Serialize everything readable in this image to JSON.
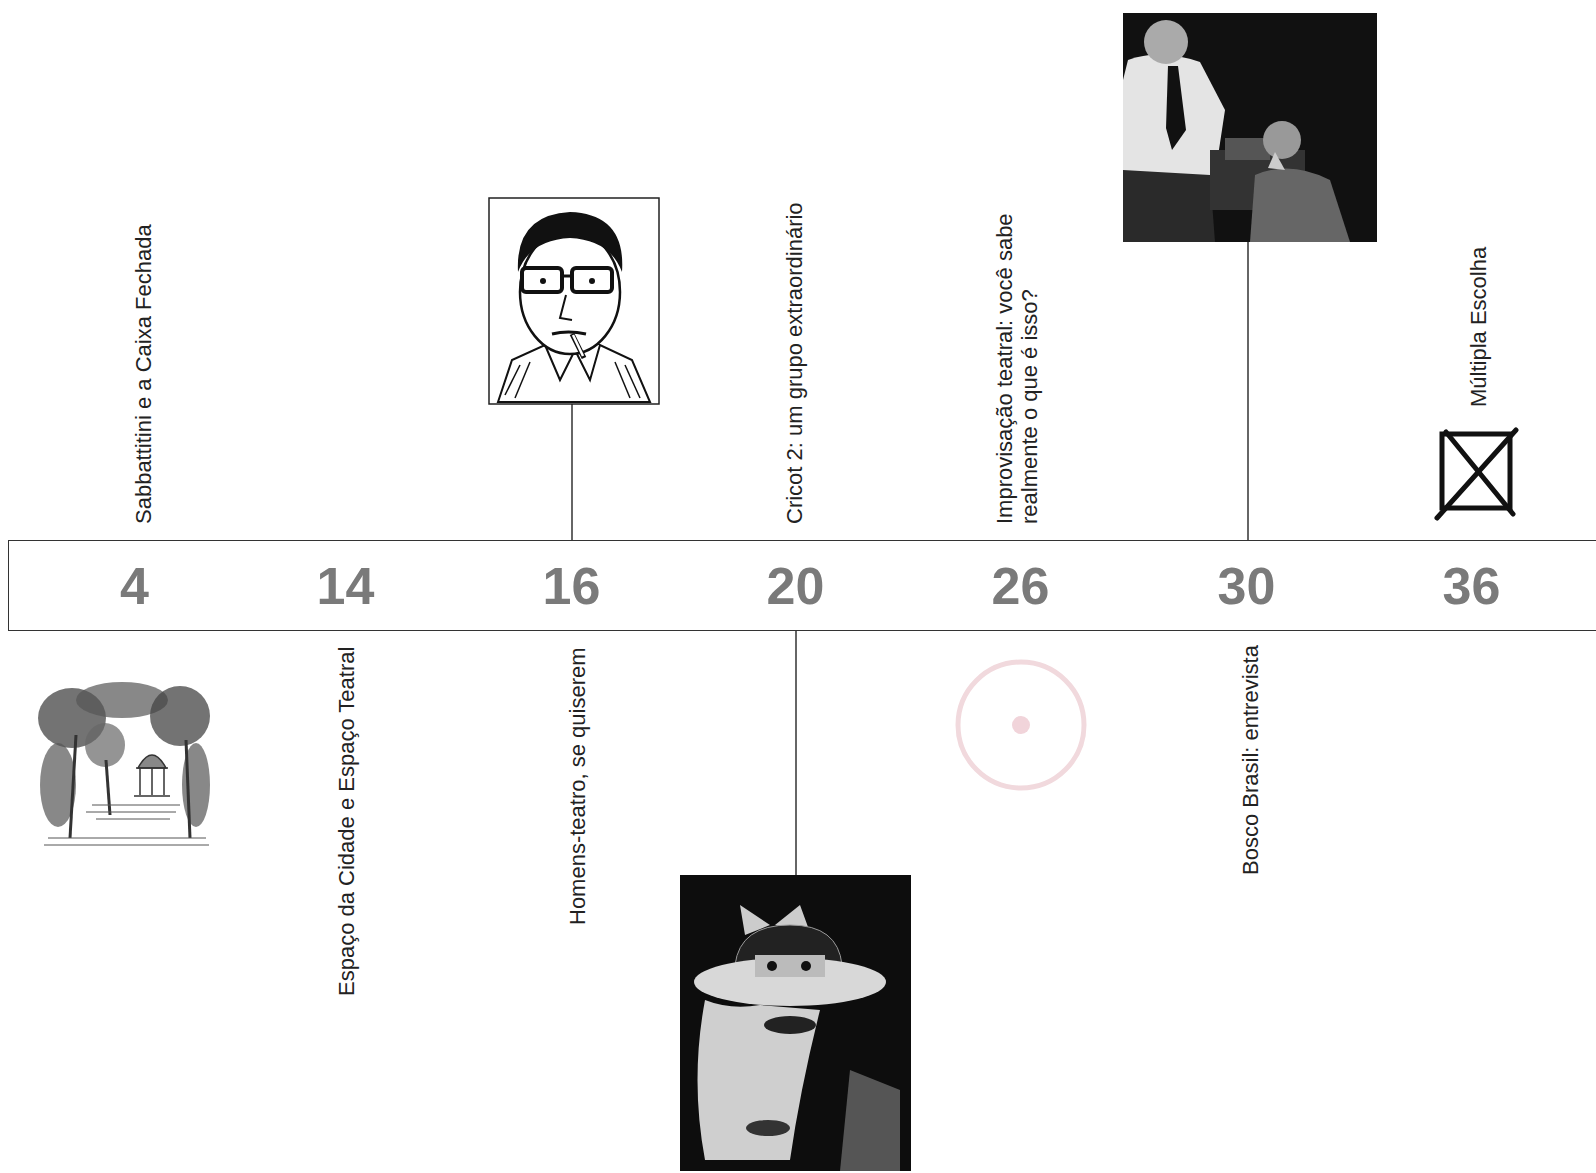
{
  "diagram": {
    "nodes": [
      {
        "text": [
          "4",
          "14",
          "16",
          "20",
          "26",
          "30",
          "36"
        ]
      }
    ],
    "labels": [
      "Sabbattitini e a Caixa Fechada",
      "Espaço da Cidade e Espaço Teatral",
      "Homens-teatro, se quiserem",
      "Cricot 2: um grupo extraordinário",
      "Improvisação teatral: você sabe realmente o que é isso?",
      "Bosco Brasil: entrevista",
      "Múltipla Escolha"
    ]
  }
}
